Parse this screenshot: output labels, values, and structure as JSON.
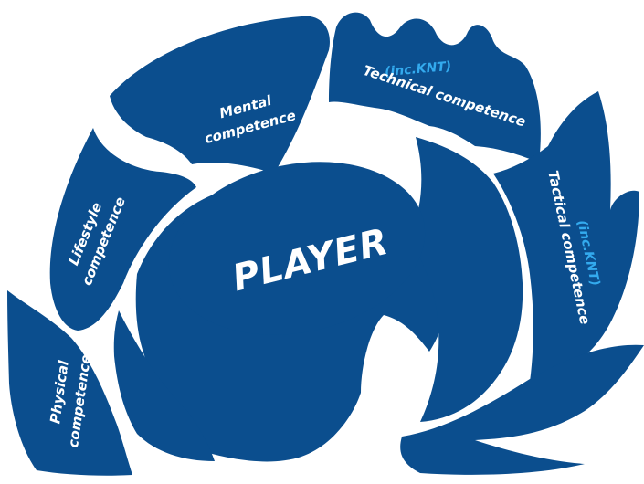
{
  "center": {
    "label": "PLAYER"
  },
  "competences": {
    "mental": {
      "line1": "Mental",
      "line2": "competence"
    },
    "technical": {
      "note": "(inc.KNT)",
      "label": "Technical competence"
    },
    "tactical": {
      "label": "Tactical competence",
      "note": "(inc.KNT)"
    },
    "lifestyle": {
      "line1": "Lifestyle",
      "line2": "competence"
    },
    "physical": {
      "line1": "Physical",
      "line2": "competence"
    }
  },
  "colors": {
    "primary": "#0b4e8e",
    "accent": "#33aaee",
    "text": "#ffffff",
    "background": "#ffffff"
  }
}
